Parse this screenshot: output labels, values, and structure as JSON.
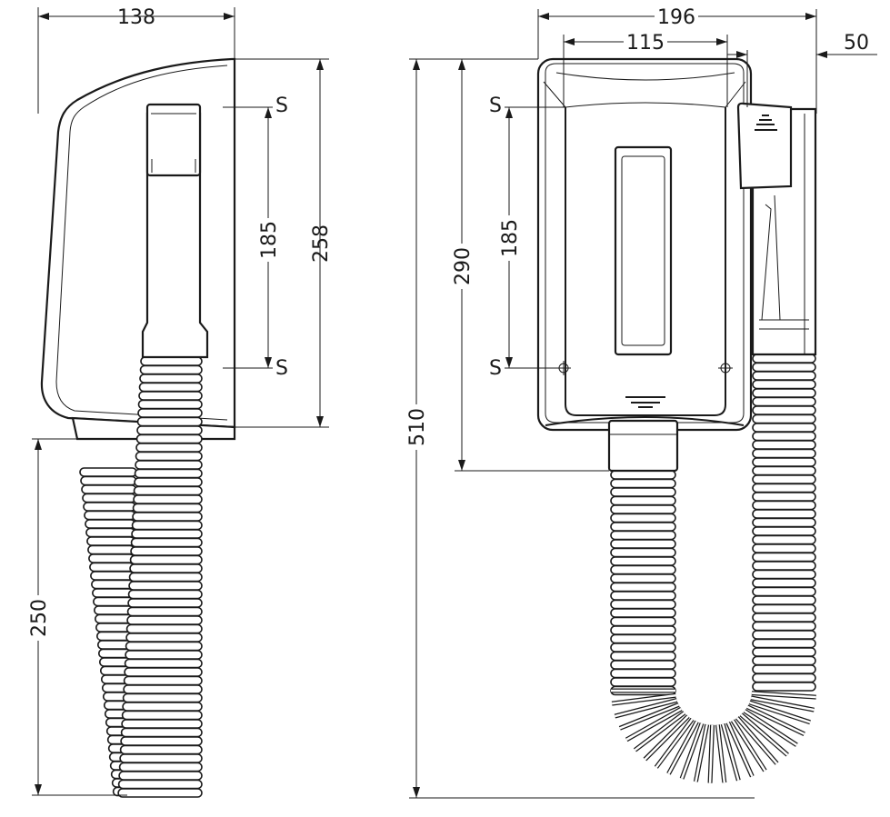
{
  "title": "Wall-mounted hair dryer dimension drawing",
  "side_view": {
    "width_label": "138",
    "height_label": "258",
    "mount_spacing_label": "185",
    "mount_marker_top": "S",
    "mount_marker_bottom": "S",
    "hose_length_label": "250"
  },
  "front_view": {
    "width_label": "196",
    "inner_width_label": "115",
    "holder_width_label": "50",
    "body_height_label": "290",
    "total_height_label": "510",
    "mount_spacing_label": "185",
    "mount_marker_top": "S",
    "mount_marker_bottom": "S"
  }
}
